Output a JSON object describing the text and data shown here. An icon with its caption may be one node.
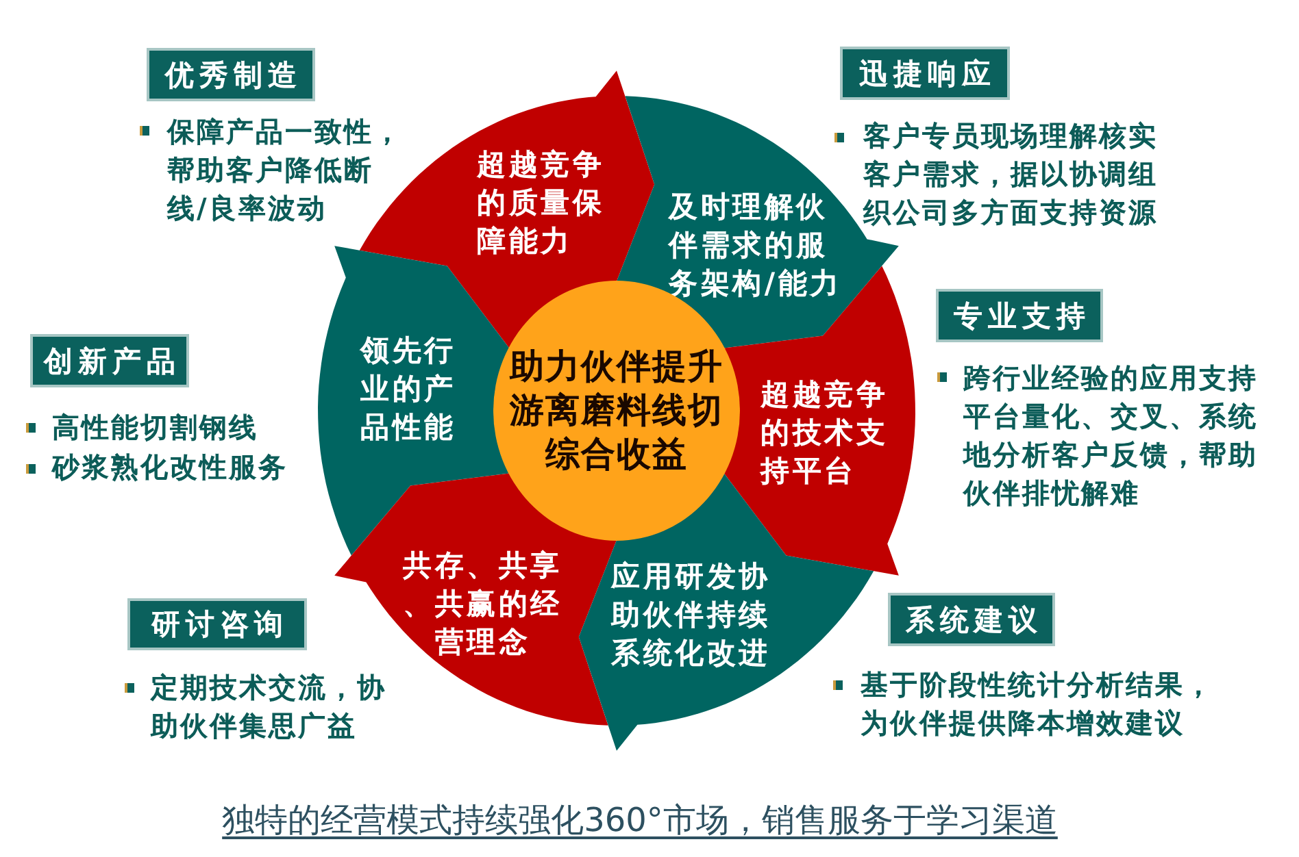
{
  "diagram": {
    "caption": "独特的经营模式持续强化360°市场，销售服务于学习渠道",
    "nodes": [
      {
        "text": [
          "优秀制造"
        ],
        "beside": [
          "保障产品一致性，帮助客户降低断线/良率波动"
        ]
      },
      {
        "text": [
          "迅捷响应"
        ]
      },
      {
        "text": [
          "超越竞争的质量保障能力"
        ]
      },
      {
        "text": [
          "及时理解伙伴需求的服务架构/能力"
        ]
      },
      {
        "text": [
          "专业支持"
        ],
        "beside": [
          "跨行业经验的应用支持平台量化、交叉、系统地分析客户反馈，帮助伙伴排忧解难"
        ]
      },
      {
        "text": [
          "领先行业的产品性能"
        ]
      },
      {
        "text": [
          "创新产品"
        ],
        "beside": [
          "高性能切割钢线",
          "砂浆熟化改性服务"
        ]
      },
      {
        "text": [
          "助力伙伴提升游离磨料线切综合收益"
        ]
      },
      {
        "text": [
          "超越竞争的技术支持平台"
        ]
      },
      {
        "text": [
          "共存、共享、共赢的经营理念"
        ]
      },
      {
        "text": [
          "应用研发协助伙伴持续系统化改进"
        ]
      },
      {
        "text": [
          "研讨咨询"
        ]
      },
      {
        "text": [
          "系统建议"
        ]
      }
    ],
    "labels": [
      "客户专员现场理解核实客户需求，据以协调组织公司多方面支持资源",
      "定期技术交流，协助伙伴集思广益",
      "基于阶段性统计分析结果，为伙伴提供降本增效建议"
    ]
  }
}
